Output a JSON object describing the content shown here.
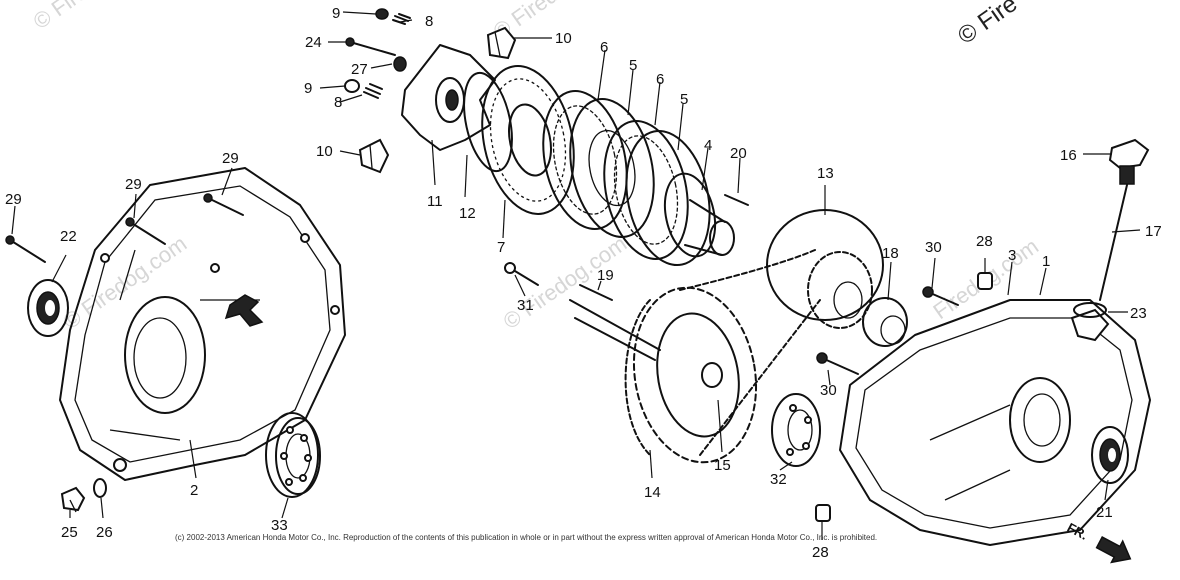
{
  "watermark": {
    "brand": "© Firedog",
    "brand_short": "© Fire",
    "site": "© Firedog.com",
    "site_partial": "Firedog.com"
  },
  "copyright": "(c) 2002-2013 American Honda Motor Co., Inc. Reproduction of the contents of this publication in whole or in part without the express written approval of American Honda Motor Co., Inc. is prohibited.",
  "direction_arrow": "FR.",
  "callouts": [
    "1",
    "2",
    "3",
    "4",
    "5",
    "5",
    "6",
    "6",
    "7",
    "8",
    "8",
    "9",
    "9",
    "10",
    "10",
    "11",
    "12",
    "13",
    "14",
    "15",
    "16",
    "17",
    "18",
    "19",
    "20",
    "21",
    "22",
    "23",
    "24",
    "25",
    "26",
    "27",
    "28",
    "28",
    "29",
    "29",
    "29",
    "30",
    "30",
    "31",
    "32",
    "33"
  ]
}
